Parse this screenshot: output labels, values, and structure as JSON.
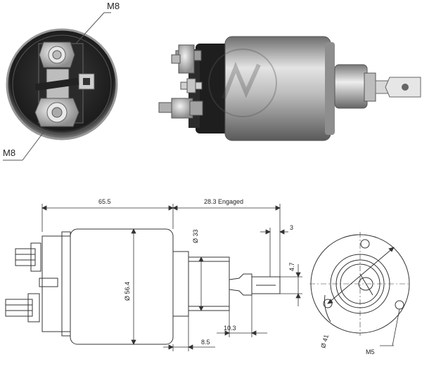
{
  "photo": {
    "end_view_top_label": "M8",
    "end_view_bottom_label": "M8"
  },
  "drawing": {
    "dim_length": "65.5",
    "dim_engaged": "28.3 Engaged",
    "dim_body_diameter": "Ø 56.4",
    "dim_shaft_diameter": "Ø 33",
    "dim_tab_width": "3",
    "dim_tab_height": "4.7",
    "dim_plunger_extension": "10.3",
    "dim_flange": "8.5",
    "dim_bolt_circle": "Ø 41",
    "dim_mount_thread": "M5"
  },
  "colors": {
    "line": "#333333",
    "body_dark": "#1f1f1f",
    "metal_light": "#d9d9d9",
    "metal_mid": "#9a9a9a",
    "brass": "#c8a96a"
  }
}
